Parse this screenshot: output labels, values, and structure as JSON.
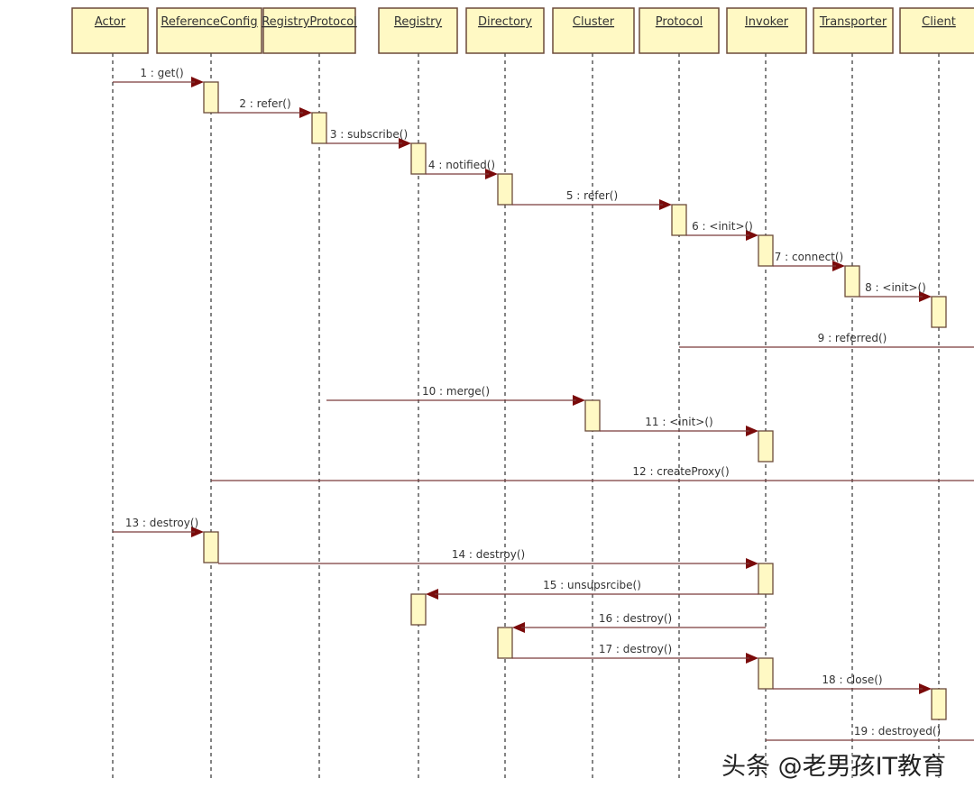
{
  "colors": {
    "box_fill": "#fff9c4",
    "box_border": "#6b4a3a",
    "message_line": "#7a3a3a",
    "arrowhead": "#7a0a0a",
    "lifeline": "#333333"
  },
  "participants": [
    "Actor",
    "ReferenceConfig",
    "RegistryProtocol",
    "Registry",
    "Directory",
    "Cluster",
    "Protocol",
    "Invoker",
    "Transporter",
    "Client"
  ],
  "messages": [
    {
      "label": "1 : get()",
      "from": "Actor",
      "to": "ReferenceConfig"
    },
    {
      "label": "2 : refer()",
      "from": "ReferenceConfig",
      "to": "RegistryProtocol"
    },
    {
      "label": "3 : subscribe()",
      "from": "RegistryProtocol",
      "to": "Registry"
    },
    {
      "label": "4 : notified()",
      "from": "Registry",
      "to": "Directory"
    },
    {
      "label": "5 : refer()",
      "from": "Directory",
      "to": "Protocol"
    },
    {
      "label": "6 : <init>()",
      "from": "Protocol",
      "to": "Invoker"
    },
    {
      "label": "7 : connect()",
      "from": "Invoker",
      "to": "Transporter"
    },
    {
      "label": "8 : <init>()",
      "from": "Transporter",
      "to": "Client"
    },
    {
      "label": "9 : referred()",
      "from": "Protocol",
      "to": null
    },
    {
      "label": "10 : merge()",
      "from": "RegistryProtocol",
      "to": "Cluster"
    },
    {
      "label": "11 : <init>()",
      "from": "Cluster",
      "to": "Invoker"
    },
    {
      "label": "12 : createProxy()",
      "from": "ReferenceConfig",
      "to": null
    },
    {
      "label": "13 : destroy()",
      "from": "Actor",
      "to": "ReferenceConfig"
    },
    {
      "label": "14 : destroy()",
      "from": "ReferenceConfig",
      "to": "Invoker"
    },
    {
      "label": "15 : unsupsrcibe()",
      "from": "Invoker",
      "to": "Registry"
    },
    {
      "label": "16 : destroy()",
      "from": "Invoker",
      "to": "Directory"
    },
    {
      "label": "17 : destroy()",
      "from": "Directory",
      "to": "Invoker"
    },
    {
      "label": "18 : close()",
      "from": "Invoker",
      "to": "Client"
    },
    {
      "label": "19 : destroyed()",
      "from": "Invoker",
      "to": null
    }
  ],
  "watermark": "头条 @老男孩IT教育"
}
